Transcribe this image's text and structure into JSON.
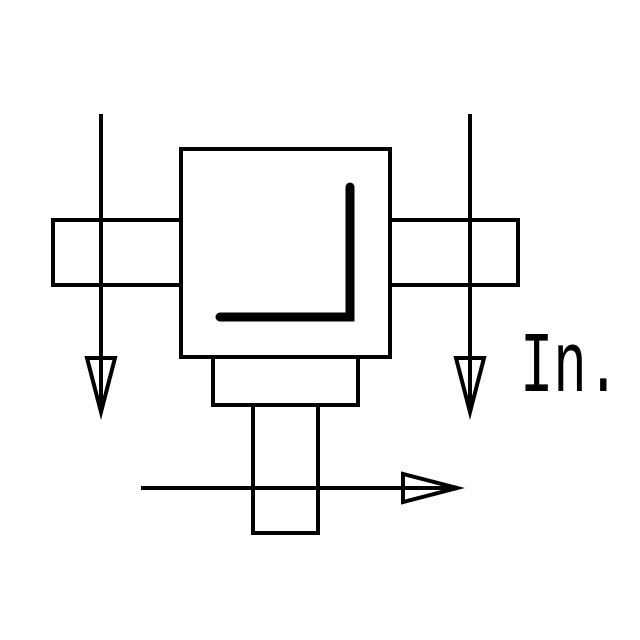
{
  "diagram": {
    "label": "In.",
    "colors": {
      "background": "#ffffff",
      "line": "#000000"
    },
    "components": [
      "gearbox-housing",
      "left-shaft-flange",
      "right-shaft-flange",
      "output-collar",
      "output-shaft",
      "angle-symbol",
      "left-input-arrow",
      "right-input-arrow",
      "output-arrow"
    ]
  }
}
